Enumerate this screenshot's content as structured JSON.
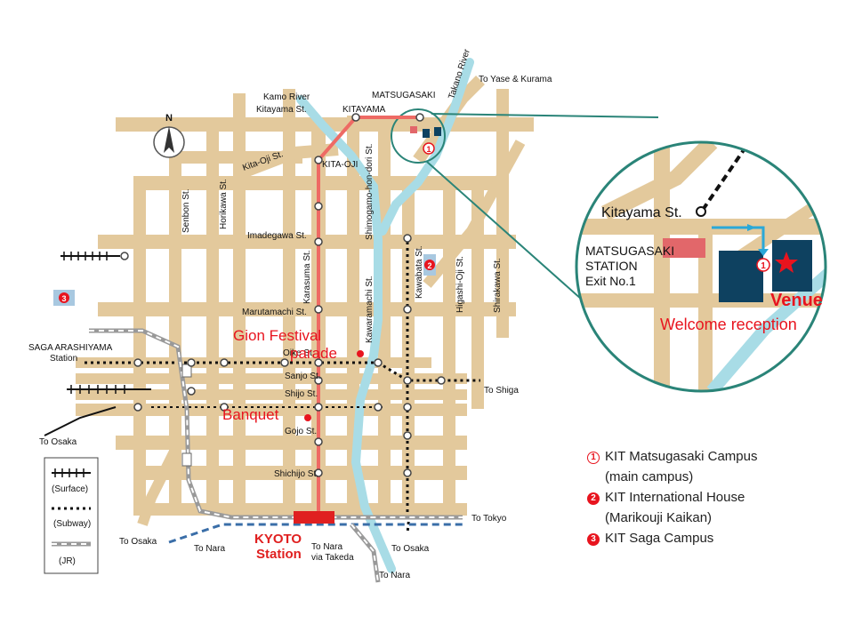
{
  "map": {
    "compass": "N",
    "rivers": {
      "kamo": "Kamo River",
      "takano": "Takano River"
    },
    "streets": {
      "kitayama": "Kitayama St.",
      "kita_oji": "Kita-Oji St.",
      "senbon": "Senbon St.",
      "horikawa": "Horikawa St.",
      "imadegawa": "Imadegawa St.",
      "marutamachi": "Marutamachi St.",
      "karasuma": "Karasuma St.",
      "kawaramachi": "Kawaramachi St.",
      "shimogamo": "Shimogamo-hon-dori St.",
      "kawabata": "Kawabata St.",
      "higashi_oji": "Higashi-Oji St.",
      "shirakawa": "Shirakawa St.",
      "oike": "Oike St.",
      "sanjo": "Sanjo St.",
      "shijo": "Shijo St.",
      "gojo": "Gojo St.",
      "shichijo": "Shichijo St."
    },
    "stations": {
      "matsugasaki": "MATSUGASAKI",
      "kitayama": "KITAYAMA",
      "kita_oji": "KITA-OJI",
      "saga_arashiyama": "SAGA ARASHIYAMA",
      "saga_arashiyama_sub": "Station",
      "kyoto_1": "KYOTO",
      "kyoto_2": "Station"
    },
    "destinations": {
      "yase": "To Yase & Kurama",
      "shiga": "To Shiga",
      "osaka_w": "To Osaka",
      "osaka_sw": "To Osaka",
      "nara_1": "To Nara",
      "nara_takeda_1": "To Nara",
      "nara_takeda_2": "via Takeda",
      "osaka_s": "To Osaka",
      "tokyo": "To Tokyo",
      "nara_2": "To Nara"
    },
    "events": {
      "gion_1": "Gion Festival",
      "gion_2": "parade",
      "banquet": "Banquet"
    },
    "markers": {
      "one": "1",
      "two": "2",
      "three": "3"
    },
    "legend_lines": {
      "surface": "(Surface)",
      "subway": "(Subway)",
      "jr": "(JR)"
    }
  },
  "inset": {
    "street": "Kitayama St.",
    "station_1": "MATSUGASAKI",
    "station_2": "STATION",
    "station_3": "Exit No.1",
    "marker": "1",
    "venue": "Venue",
    "reception": "Welcome reception"
  },
  "legend": [
    {
      "num": "1",
      "text": "KIT Matsugasaki Campus",
      "style": "ring"
    },
    {
      "num": "",
      "text": "(main campus)",
      "style": "none"
    },
    {
      "num": "2",
      "text": "KIT International House",
      "style": "solid"
    },
    {
      "num": "",
      "text": "(Marikouji Kaikan)",
      "style": "none"
    },
    {
      "num": "3",
      "text": "KIT Saga Campus",
      "style": "solid"
    }
  ],
  "colors": {
    "road": "#e3c99c",
    "river": "#a8dce6",
    "subway_red": "#ee6a64",
    "inset_ring": "#2a8478",
    "venue_block": "#0e4160",
    "accent_red": "#e8141e",
    "jr_blue": "#3a6ea8"
  }
}
